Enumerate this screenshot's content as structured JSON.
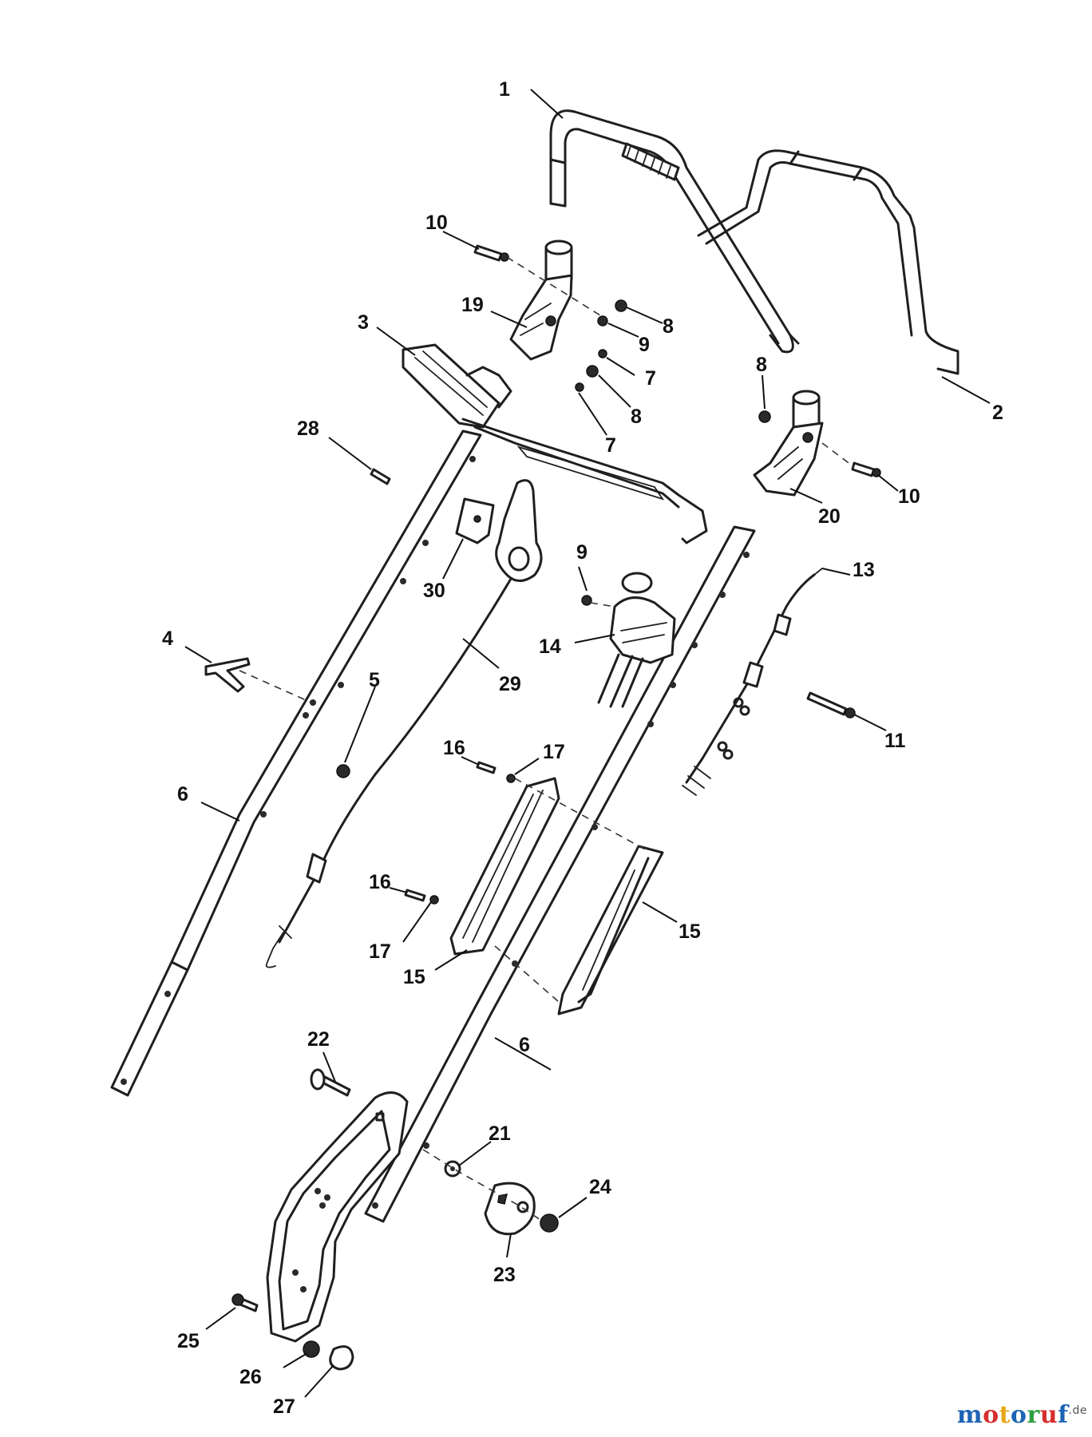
{
  "watermark": {
    "parts": [
      {
        "text": "m",
        "color": "#1e64b4"
      },
      {
        "text": "o",
        "color": "#d62e2e"
      },
      {
        "text": "t",
        "color": "#e6a817"
      },
      {
        "text": "o",
        "color": "#1e64b4"
      },
      {
        "text": "r",
        "color": "#2e9e3e"
      },
      {
        "text": "u",
        "color": "#d62e2e"
      },
      {
        "text": "f",
        "color": "#1e64b4"
      }
    ],
    "suffix": ".de"
  },
  "callouts": [
    "1",
    "2",
    "3",
    "4",
    "5",
    "6",
    "6",
    "7",
    "7",
    "8",
    "8",
    "8",
    "9",
    "9",
    "10",
    "10",
    "11",
    "13",
    "14",
    "15",
    "15",
    "16",
    "16",
    "17",
    "17",
    "19",
    "20",
    "21",
    "22",
    "23",
    "24",
    "25",
    "26",
    "27",
    "28",
    "29",
    "30"
  ]
}
